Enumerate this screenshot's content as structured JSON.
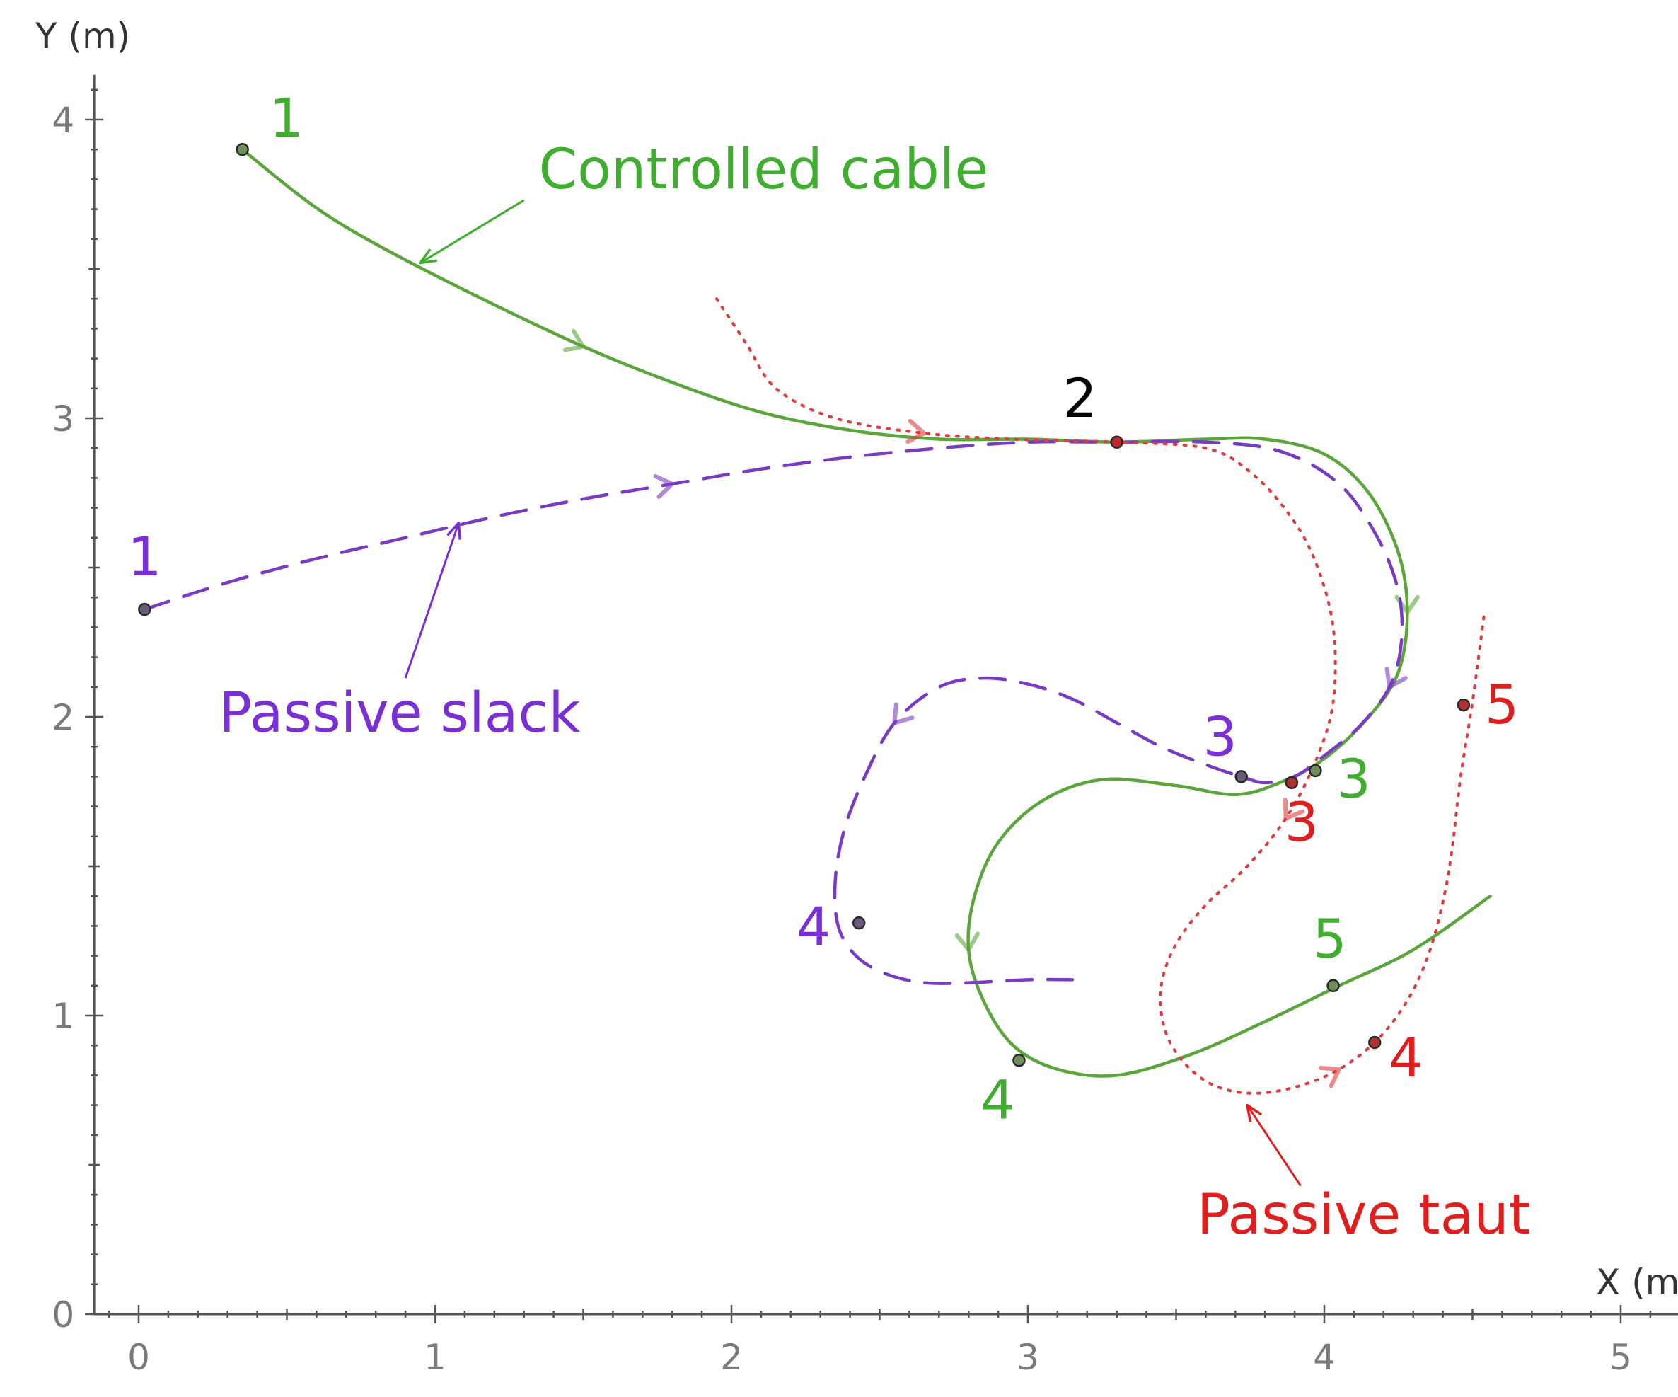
{
  "chart_data": {
    "type": "line",
    "xlabel": "X (m)",
    "ylabel": "Y (m)",
    "xlim": [
      -0.15,
      5.15
    ],
    "ylim": [
      0,
      4.15
    ],
    "x_ticks": [
      0,
      1,
      2,
      3,
      4,
      5
    ],
    "y_ticks": [
      0,
      1,
      2,
      3,
      4
    ],
    "x_tick_labels": [
      "0",
      "1",
      "2",
      "3",
      "4",
      "5"
    ],
    "y_tick_labels": [
      "0",
      "1",
      "2",
      "3",
      "4"
    ],
    "grid": false,
    "series": [
      {
        "name": "Controlled cable",
        "color": "#5aa63c",
        "line_style": "solid",
        "x": [
          0.35,
          0.55,
          0.7,
          0.9,
          1.2,
          1.5,
          1.8,
          2.1,
          2.4,
          2.7,
          3.0,
          3.3,
          3.6,
          3.8,
          4.0,
          4.15,
          4.25,
          4.28,
          4.25,
          4.15,
          4.0,
          3.85,
          3.7,
          3.5,
          3.25,
          3.05,
          2.9,
          2.82,
          2.8,
          2.85,
          2.95,
          3.1,
          3.3,
          3.55,
          3.8,
          4.05,
          4.3,
          4.56
        ],
        "y": [
          3.9,
          3.74,
          3.64,
          3.53,
          3.38,
          3.24,
          3.12,
          3.02,
          2.96,
          2.93,
          2.93,
          2.92,
          2.93,
          2.93,
          2.88,
          2.75,
          2.55,
          2.35,
          2.15,
          2.0,
          1.86,
          1.78,
          1.74,
          1.77,
          1.79,
          1.72,
          1.58,
          1.4,
          1.22,
          1.05,
          0.9,
          0.82,
          0.8,
          0.87,
          0.98,
          1.1,
          1.22,
          1.4
        ]
      },
      {
        "name": "Passive slack",
        "color": "#7a3bc4",
        "line_style": "dashed",
        "x": [
          0.02,
          0.3,
          0.6,
          0.9,
          1.2,
          1.5,
          1.8,
          2.1,
          2.4,
          2.7,
          3.0,
          3.3,
          3.6,
          3.85,
          4.05,
          4.18,
          4.25,
          4.26,
          4.22,
          4.12,
          4.0,
          3.9,
          3.8,
          3.72,
          3.6,
          3.45,
          3.3,
          3.15,
          3.0,
          2.85,
          2.7,
          2.55,
          2.45,
          2.38,
          2.35,
          2.36,
          2.42,
          2.52,
          2.65,
          2.8,
          3.0,
          3.15
        ],
        "y": [
          2.36,
          2.45,
          2.53,
          2.6,
          2.67,
          2.73,
          2.78,
          2.83,
          2.87,
          2.9,
          2.92,
          2.92,
          2.92,
          2.89,
          2.78,
          2.6,
          2.42,
          2.25,
          2.1,
          1.97,
          1.87,
          1.8,
          1.78,
          1.8,
          1.84,
          1.9,
          1.98,
          2.06,
          2.11,
          2.13,
          2.1,
          1.98,
          1.8,
          1.62,
          1.45,
          1.3,
          1.2,
          1.14,
          1.11,
          1.11,
          1.12,
          1.12
        ]
      },
      {
        "name": "Passive taut",
        "color": "#e03a3a",
        "line_style": "dotted",
        "x": [
          1.95,
          2.05,
          2.15,
          2.35,
          2.65,
          2.95,
          3.3,
          3.6,
          3.75,
          3.88,
          3.97,
          4.03,
          4.03,
          3.97,
          3.87,
          3.74,
          3.6,
          3.5,
          3.45,
          3.46,
          3.52,
          3.62,
          3.75,
          3.9,
          4.05,
          4.18,
          4.28,
          4.35,
          4.4,
          4.43,
          4.46,
          4.5,
          4.54
        ],
        "y": [
          3.4,
          3.25,
          3.1,
          3.0,
          2.95,
          2.93,
          2.92,
          2.9,
          2.82,
          2.68,
          2.52,
          2.3,
          2.05,
          1.85,
          1.66,
          1.5,
          1.37,
          1.24,
          1.1,
          0.96,
          0.85,
          0.77,
          0.74,
          0.76,
          0.82,
          0.92,
          1.05,
          1.2,
          1.38,
          1.55,
          1.8,
          2.05,
          2.35
        ]
      }
    ],
    "markers": [
      {
        "series": "Controlled cable",
        "label": "1",
        "x": 0.35,
        "y": 3.9
      },
      {
        "series": "Controlled cable",
        "label": "3",
        "x": 3.97,
        "y": 1.82
      },
      {
        "series": "Controlled cable",
        "label": "4",
        "x": 2.97,
        "y": 0.85
      },
      {
        "series": "Controlled cable",
        "label": "5",
        "x": 4.03,
        "y": 1.1
      },
      {
        "series": "Passive slack",
        "label": "1",
        "x": 0.02,
        "y": 2.36
      },
      {
        "series": "Passive slack",
        "label": "3",
        "x": 3.72,
        "y": 1.8
      },
      {
        "series": "Passive slack",
        "label": "4",
        "x": 2.43,
        "y": 1.31
      },
      {
        "series": "Passive taut",
        "label": "3",
        "x": 3.89,
        "y": 1.78
      },
      {
        "series": "Passive taut",
        "label": "4",
        "x": 4.17,
        "y": 0.91
      },
      {
        "series": "Passive taut",
        "label": "5",
        "x": 4.47,
        "y": 2.04
      },
      {
        "series": "all",
        "label": "2",
        "x": 3.3,
        "y": 2.92
      }
    ],
    "annotations": [
      {
        "text": "Controlled cable",
        "color": "#3fae2e",
        "text_x": 1.35,
        "text_y": 3.77,
        "arrow_from": [
          1.3,
          3.73
        ],
        "arrow_to": [
          0.95,
          3.52
        ]
      },
      {
        "text": "Passive slack",
        "color": "#7a2ed6",
        "text_x": 0.27,
        "text_y": 1.95,
        "arrow_from": [
          0.9,
          2.13
        ],
        "arrow_to": [
          1.08,
          2.65
        ]
      },
      {
        "text": "Passive taut",
        "color": "#e01e1e",
        "text_x": 3.57,
        "text_y": 0.27,
        "arrow_from": [
          3.92,
          0.43
        ],
        "arrow_to": [
          3.74,
          0.7
        ]
      }
    ]
  }
}
